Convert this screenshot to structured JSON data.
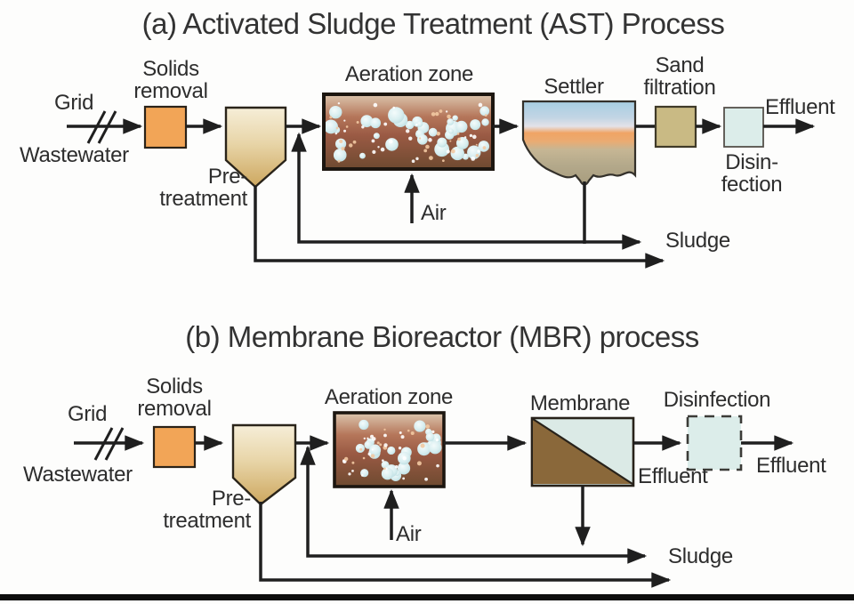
{
  "figure": {
    "panel_a": {
      "title": "(a) Activated Sludge Treatment (AST) Process",
      "labels": {
        "grid": "Grid",
        "wastewater": "Wastewater",
        "solids_removal": "Solids\nremoval",
        "pretreatment": "Pre-\ntreatment",
        "aeration_zone": "Aeration zone",
        "air": "Air",
        "settler": "Settler",
        "sand_filtration": "Sand\nfiltration",
        "disinfection": "Disin-\nfection",
        "effluent": "Effluent",
        "sludge": "Sludge"
      }
    },
    "panel_b": {
      "title": "(b) Membrane Bioreactor (MBR) process",
      "labels": {
        "grid": "Grid",
        "wastewater": "Wastewater",
        "solids_removal": "Solids\nremoval",
        "pretreatment": "Pre-\ntreatment",
        "aeration_zone": "Aeration zone",
        "air": "Air",
        "membrane": "Membrane",
        "membrane_effluent": "Effluent",
        "disinfection": "Disinfection",
        "effluent": "Effluent",
        "sludge": "Sludge"
      }
    },
    "colors": {
      "line": "#1f1f1f",
      "text": "#2d2d2d",
      "solids_removal_box": "#f2a557",
      "funnel_top": "#f6eed8",
      "funnel_bottom": "#cda75f",
      "aeration_top": "#dcc6ae",
      "aeration_mid": "#9a5a44",
      "aeration_bottom": "#6e4a30",
      "bubble": "#cfe9ec",
      "settler_water": "#a6cde2",
      "settler_interface": "#f0a464",
      "settler_sludge": "#b3a88a",
      "sand_filtration_box": "#c9ba84",
      "disinfection_box": "#dcedea",
      "membrane_permeate": "#dbeae6",
      "membrane_retentate": "#8a683a"
    }
  }
}
